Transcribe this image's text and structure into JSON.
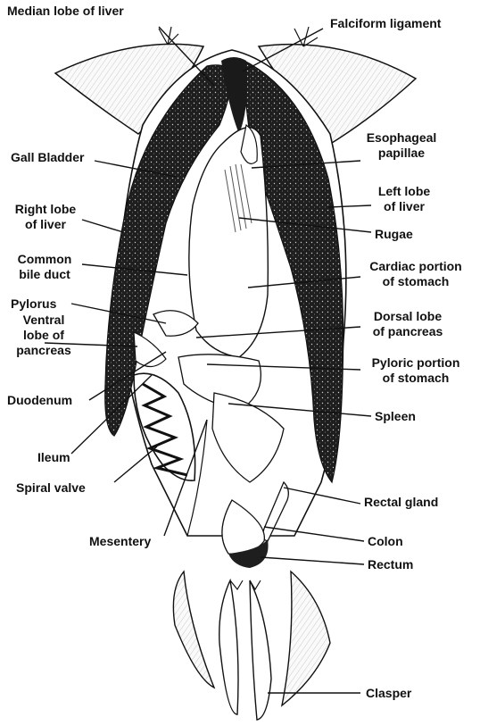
{
  "diagram": {
    "title": "",
    "labels": {
      "median_lobe": "Median lobe of liver",
      "falciform": "Falciform ligament",
      "gall_bladder": "Gall Bladder",
      "esophageal_papillae": [
        "Esophageal",
        "papillae"
      ],
      "right_lobe": [
        "Right lobe",
        "of liver"
      ],
      "left_lobe": [
        "Left lobe",
        "of liver"
      ],
      "rugae": "Rugae",
      "common_bile_duct": [
        "Common",
        "bile duct"
      ],
      "cardiac": [
        "Cardiac portion",
        "of stomach"
      ],
      "pylorus": "Pylorus",
      "ventral_lobe": [
        "Ventral",
        "lobe of",
        "pancreas"
      ],
      "dorsal_lobe": [
        "Dorsal lobe",
        "of pancreas"
      ],
      "duodenum": "Duodenum",
      "pyloric": [
        "Pyloric portion",
        "of stomach"
      ],
      "spleen": "Spleen",
      "ileum": "Ileum",
      "spiral_valve": "Spiral valve",
      "rectal_gland": "Rectal gland",
      "mesentery": "Mesentery",
      "colon": "Colon",
      "rectum": "Rectum",
      "clasper": "Clasper"
    },
    "colors": {
      "ink": "#111111",
      "liver_fill": "#2a2a2a",
      "fin_fill": "#f4f4f4",
      "organ_fill": "#ffffff"
    }
  }
}
